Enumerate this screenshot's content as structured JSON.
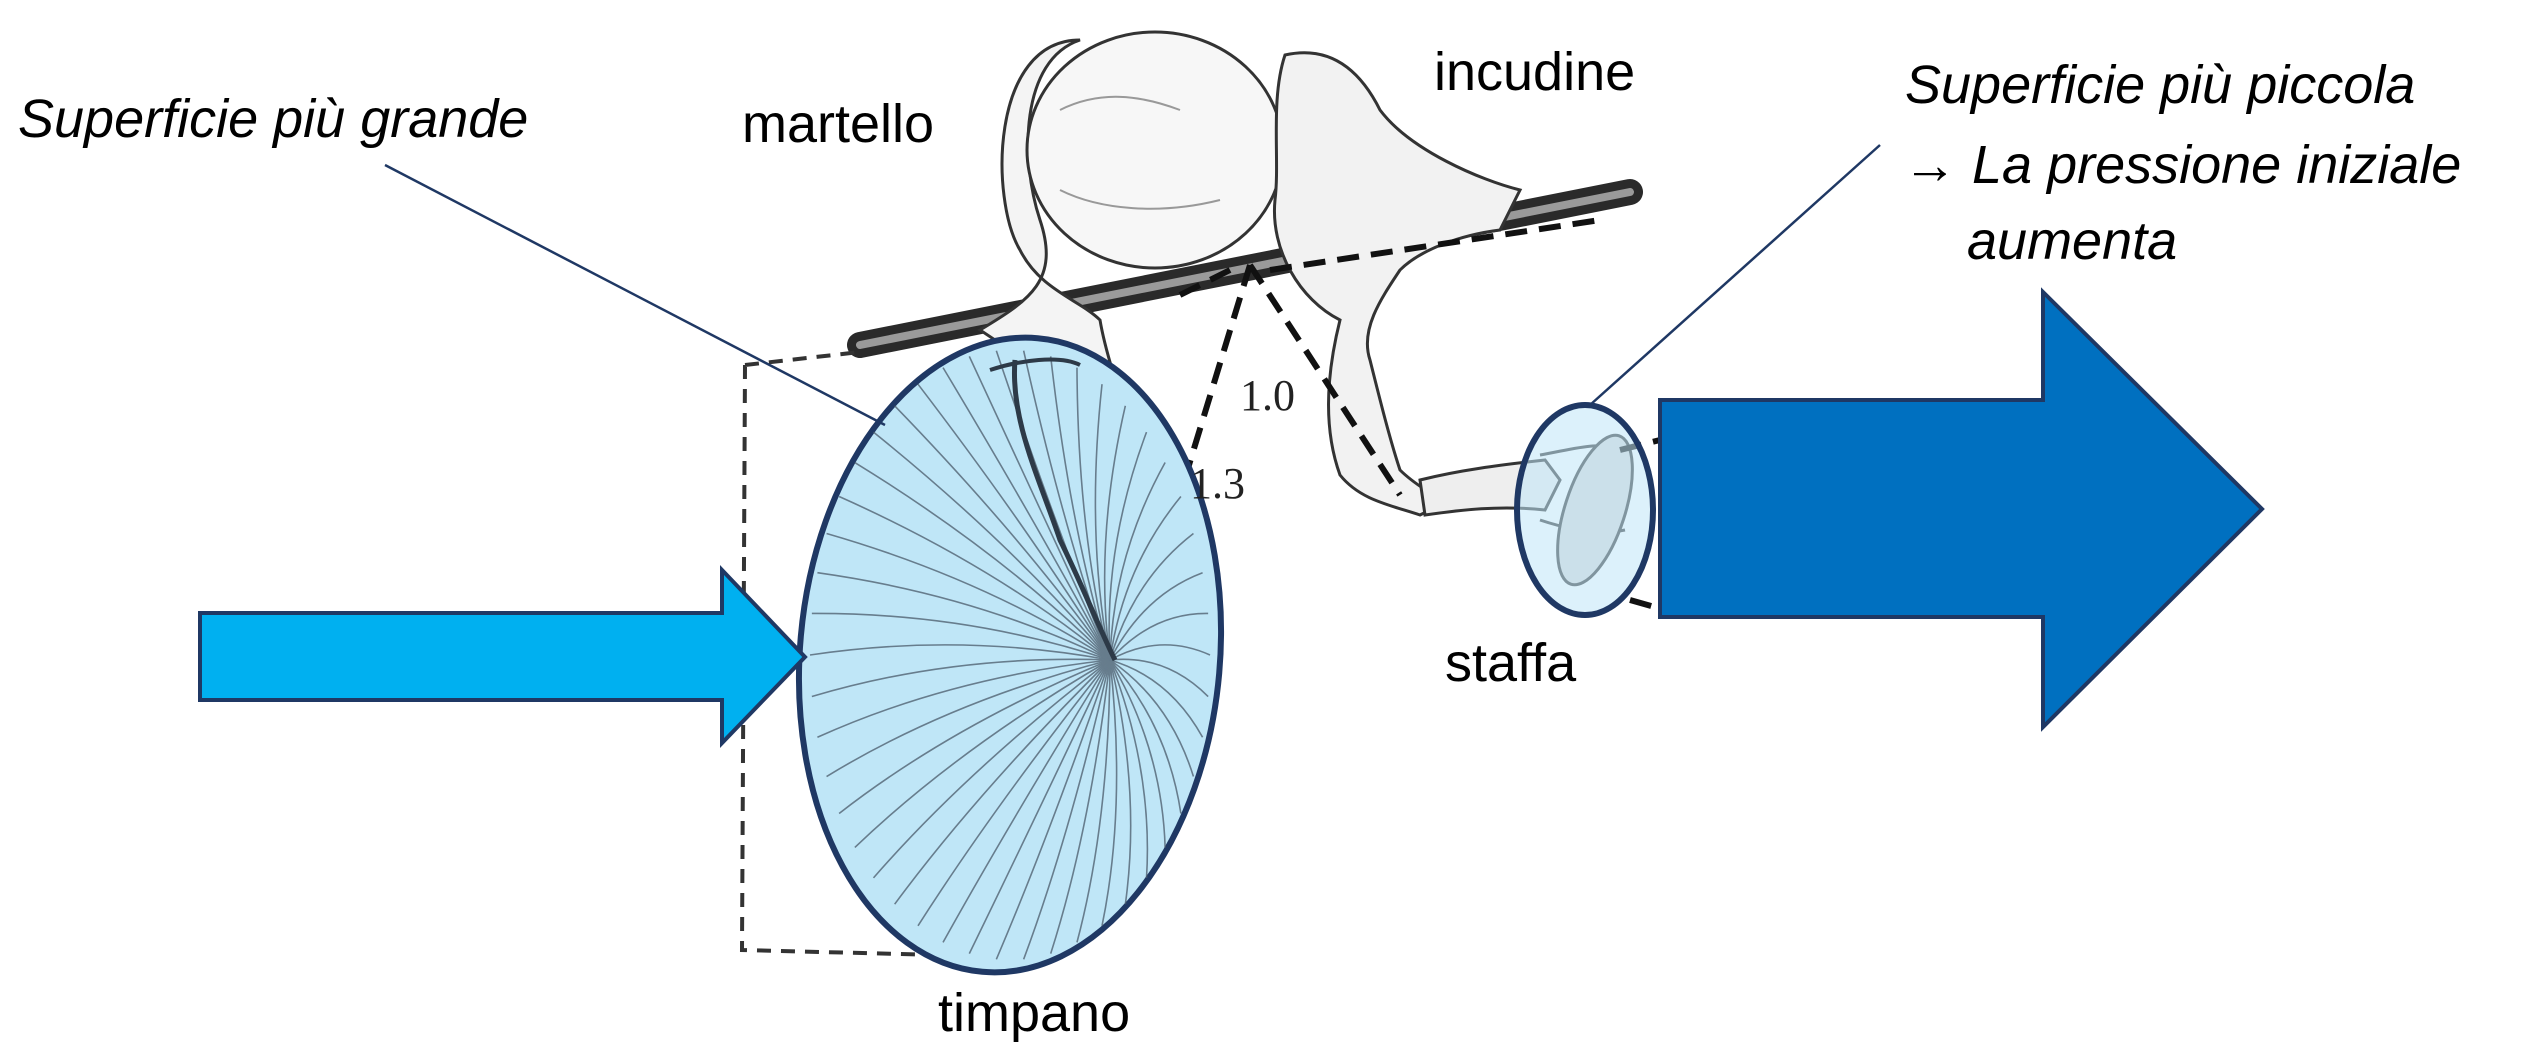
{
  "labels": {
    "superficie_grande": "Superficie più grande",
    "martello": "martello",
    "incudine": "incudine",
    "superficie_piccola": "Superficie più piccola",
    "pressione_line1": "→ La pressione iniziale",
    "pressione_line2": "aumenta",
    "staffa": "staffa",
    "timpano": "timpano"
  },
  "lever_ratios": {
    "short_arm": "1.0",
    "long_arm": "1.3"
  },
  "colors": {
    "input_arrow": "#00b0f0",
    "output_arrow": "#0070c0",
    "outline": "#1f3864",
    "highlight_fill": "#bfe6f7",
    "callout_line": "#1f3864"
  },
  "icons": {
    "input_arrow": "right-arrow-icon",
    "output_arrow": "right-arrow-icon"
  }
}
